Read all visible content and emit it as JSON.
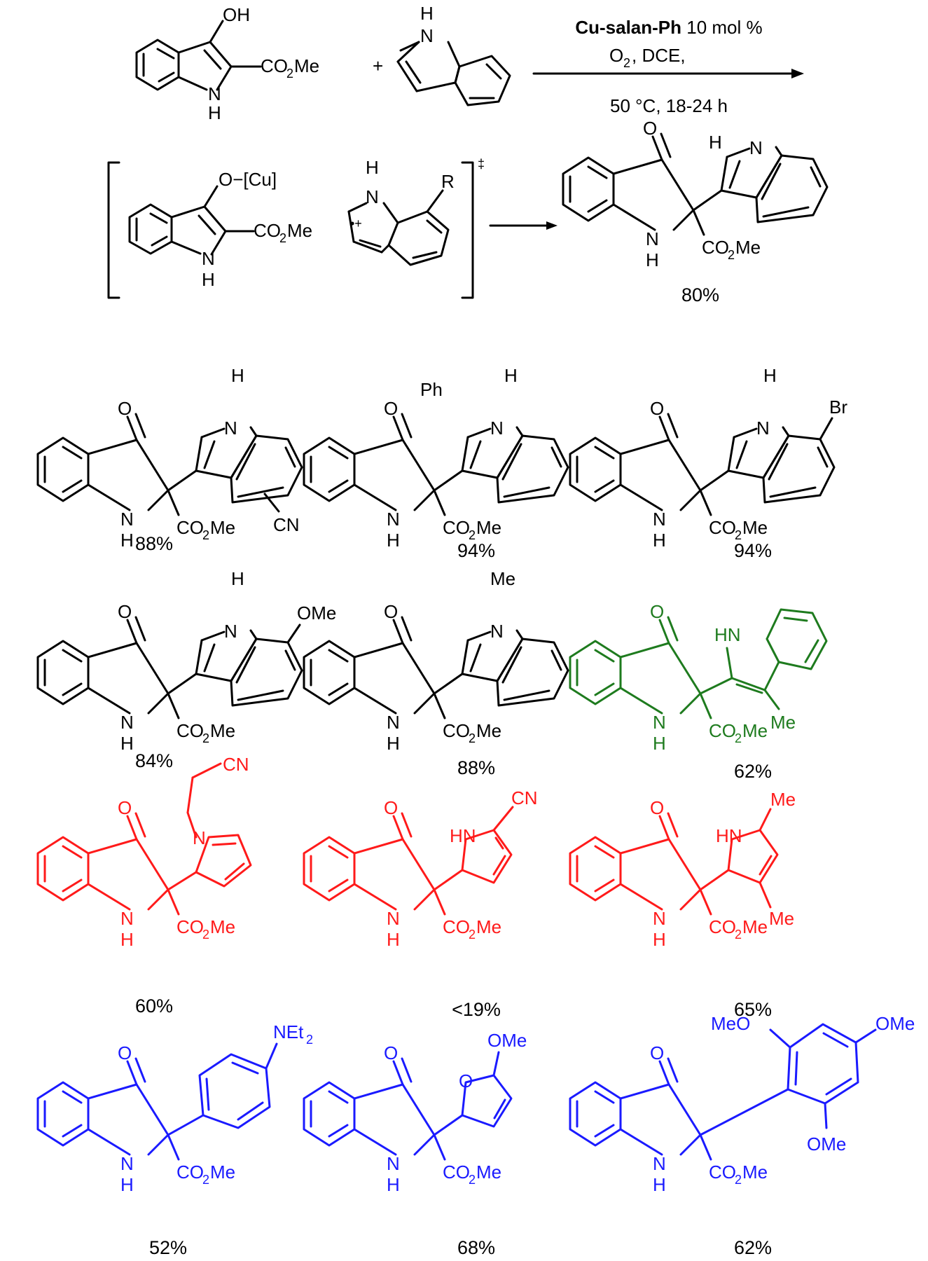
{
  "colors": {
    "black": "#000000",
    "green": "#1e7b1e",
    "red": "#ff1a1a",
    "blue": "#1a1aff"
  },
  "reaction": {
    "catalyst_bold": "Cu-salan-Ph",
    "catalyst_rest": " 10 mol %",
    "cond_o": "O",
    "cond_o_sub": "2",
    "cond_rest": ", DCE,",
    "cond_temp": "50 °C, 18-24 h",
    "plus": "+",
    "intermediate_cu": "O−[Cu]",
    "ts_mark": "‡",
    "radical_cation": "•+",
    "main_yield": "80%"
  },
  "labels": {
    "oh": "OH",
    "o": "O",
    "n": "N",
    "h": "H",
    "hn": "HN",
    "ester_co": "CO",
    "ester_2": "2",
    "ester_me": "Me",
    "r": "R",
    "ph": "Ph",
    "br": "Br",
    "cn": "CN",
    "ome": "OMe",
    "me": "Me",
    "meo": "MeO",
    "net": "NEt",
    "net_2": "2"
  },
  "yields": [
    "88%",
    "94%",
    "94%",
    "84%",
    "88%",
    "62%",
    "60%",
    "<19%",
    "65%",
    "52%",
    "68%",
    "62%"
  ]
}
